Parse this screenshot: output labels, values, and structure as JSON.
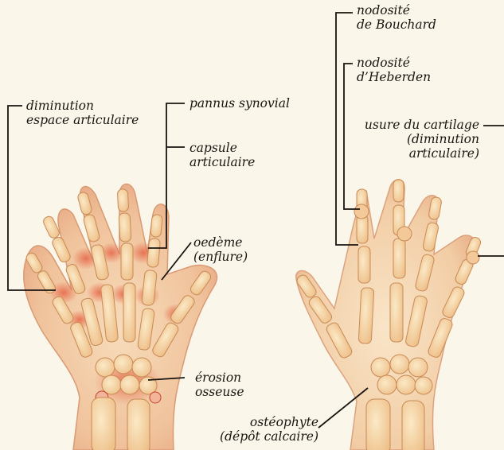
{
  "colors": {
    "background": "#fbf6ea",
    "skin": "#f3cfa6",
    "skin_shade": "#e7a883",
    "bone": "#f6d9ab",
    "bone_edge": "#c98a55",
    "inflamed": "#e0694a",
    "inflamed_dark": "#c2442c",
    "leader_line": "#1a1411",
    "text": "#1a1411"
  },
  "labels": {
    "diminution": {
      "line1": "diminution",
      "line2": "espace articulaire"
    },
    "pannus": {
      "line1": "pannus synovial"
    },
    "capsule": {
      "line1": "capsule",
      "line2": "articulaire"
    },
    "oedeme": {
      "line1": "oedème",
      "line2": "(enflure)"
    },
    "erosion": {
      "line1": "érosion",
      "line2": "osseuse"
    },
    "osteophyte": {
      "line1": "ostéophyte",
      "line2": "(dépôt calcaire)"
    },
    "bouchard": {
      "line1": "nodosité",
      "line2": "de Bouchard"
    },
    "heberden": {
      "line1": "nodosité",
      "line2": "d’Heberden"
    },
    "usure": {
      "line1": "usure du cartilage",
      "line2": "(diminution",
      "line3": "articulaire)"
    }
  },
  "icons": {
    "left_hand": "rheumatoid-arthritis-hand-icon",
    "right_hand": "osteoarthritis-hand-icon"
  }
}
